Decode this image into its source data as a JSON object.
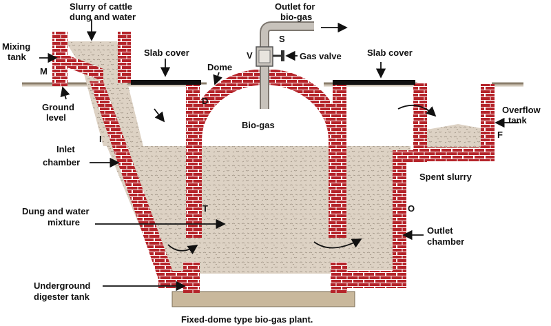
{
  "title": "Fixed-dome type bio-gas plant.",
  "labels": {
    "slurry_top": "Slurry of cattle",
    "slurry_bottom": "dung and water",
    "outlet_top": "Outlet for",
    "outlet_bottom": "bio-gas",
    "mixing_top": "Mixing",
    "mixing_bottom": "tank",
    "slab_cover_left": "Slab cover",
    "slab_cover_right": "Slab cover",
    "gas_valve": "Gas valve",
    "dome": "Dome",
    "ground_top": "Ground",
    "ground_bottom": "level",
    "biogas": "Bio-gas",
    "overflow_top": "Overflow",
    "overflow_bottom": "tank",
    "inlet_top": "Inlet",
    "inlet_bottom": "chamber",
    "spent_slurry": "Spent slurry",
    "dung_top": "Dung and water",
    "dung_bottom": "mixture",
    "outlet_ch_top": "Outlet",
    "outlet_ch_bottom": "chamber",
    "underground_top": "Underground",
    "underground_bottom": "digester tank"
  },
  "letters": {
    "m": "M",
    "s": "S",
    "v": "V",
    "d": "D",
    "i": "I",
    "t": "T",
    "f": "F",
    "o": "O"
  },
  "colors": {
    "brick": "#b5242a",
    "mortar": "#ffffff",
    "slurry": "#ddd2c4",
    "ground": "#8a7d6b",
    "slab": "#111111",
    "pipe": "#c7c2bb",
    "base": "#c9b89c"
  }
}
